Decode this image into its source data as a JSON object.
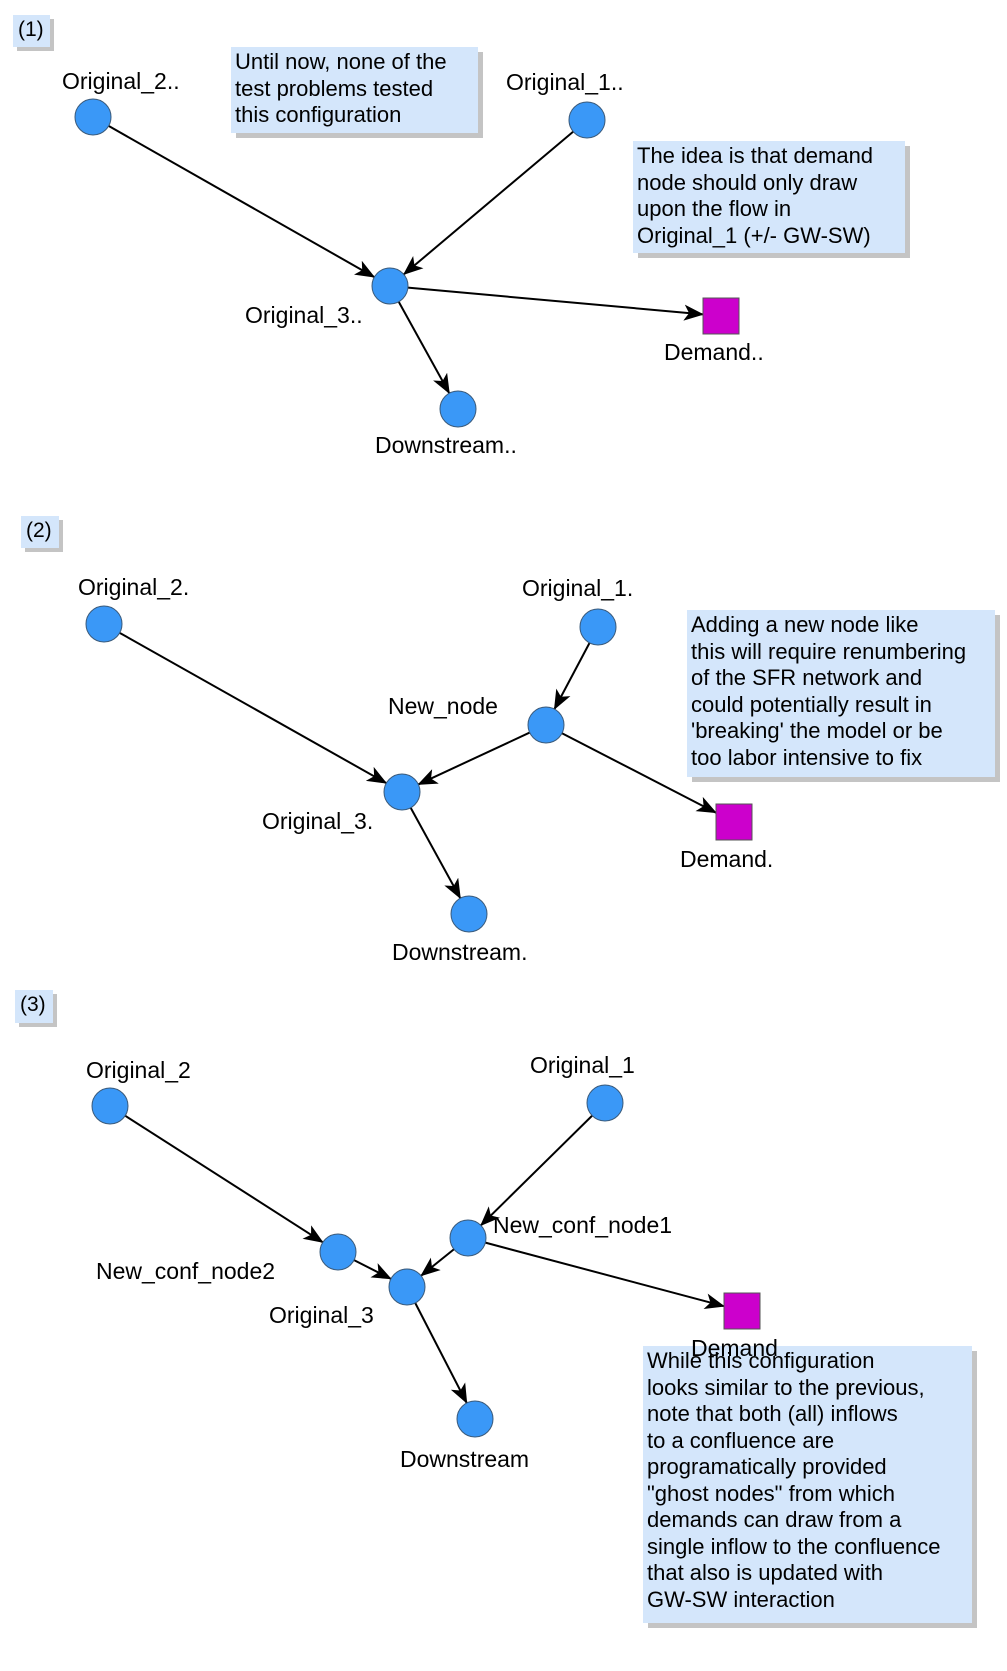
{
  "colors": {
    "node_fill": "#3a98f7",
    "node_stroke": "#3a5a7a",
    "demand_fill": "#cc00cc",
    "note_fill": "#d4e6fb",
    "edge": "#000000"
  },
  "panels": [
    {
      "tag": "(1)",
      "note": "Until now, none of the\ntest problems tested\nthis configuration",
      "note2": "The idea is that demand\nnode should only draw\nupon the flow in\nOriginal_1 (+/- GW-SW)",
      "nodes": [
        {
          "id": "original_2",
          "label": "Original_2..",
          "shape": "circle"
        },
        {
          "id": "original_1",
          "label": "Original_1..",
          "shape": "circle"
        },
        {
          "id": "original_3",
          "label": "Original_3..",
          "shape": "circle"
        },
        {
          "id": "demand",
          "label": "Demand..",
          "shape": "square"
        },
        {
          "id": "downstream",
          "label": "Downstream..",
          "shape": "circle"
        }
      ],
      "edges": [
        [
          "original_2",
          "original_3"
        ],
        [
          "original_1",
          "original_3"
        ],
        [
          "original_3",
          "demand"
        ],
        [
          "original_3",
          "downstream"
        ]
      ]
    },
    {
      "tag": "(2)",
      "note": "Adding a new node like\nthis will require renumbering\nof the SFR network and\ncould potentially result in\n'breaking' the model or be\ntoo labor intensive to fix",
      "nodes": [
        {
          "id": "original_2",
          "label": "Original_2.",
          "shape": "circle"
        },
        {
          "id": "original_1",
          "label": "Original_1.",
          "shape": "circle"
        },
        {
          "id": "new_node",
          "label": "New_node",
          "shape": "circle"
        },
        {
          "id": "original_3",
          "label": "Original_3.",
          "shape": "circle"
        },
        {
          "id": "demand",
          "label": "Demand.",
          "shape": "square"
        },
        {
          "id": "downstream",
          "label": "Downstream.",
          "shape": "circle"
        }
      ],
      "edges": [
        [
          "original_2",
          "original_3"
        ],
        [
          "original_1",
          "new_node"
        ],
        [
          "new_node",
          "original_3"
        ],
        [
          "new_node",
          "demand"
        ],
        [
          "original_3",
          "downstream"
        ]
      ]
    },
    {
      "tag": "(3)",
      "note": "While this configuration\nlooks similar to the previous,\nnote that both (all) inflows\nto a confluence are\nprogramatically provided\n\"ghost nodes\" from which\ndemands can draw from a\nsingle inflow to the confluence\nthat also is updated with\nGW-SW interaction",
      "nodes": [
        {
          "id": "original_2",
          "label": "Original_2",
          "shape": "circle"
        },
        {
          "id": "original_1",
          "label": "Original_1",
          "shape": "circle"
        },
        {
          "id": "new_conf_node2",
          "label": "New_conf_node2",
          "shape": "circle"
        },
        {
          "id": "new_conf_node1",
          "label": "New_conf_node1",
          "shape": "circle"
        },
        {
          "id": "original_3",
          "label": "Original_3",
          "shape": "circle"
        },
        {
          "id": "demand",
          "label": "Demand",
          "shape": "square"
        },
        {
          "id": "downstream",
          "label": "Downstream",
          "shape": "circle"
        }
      ],
      "edges": [
        [
          "original_2",
          "new_conf_node2"
        ],
        [
          "new_conf_node2",
          "original_3"
        ],
        [
          "original_1",
          "new_conf_node1"
        ],
        [
          "new_conf_node1",
          "original_3"
        ],
        [
          "new_conf_node1",
          "demand"
        ],
        [
          "original_3",
          "downstream"
        ]
      ]
    }
  ]
}
